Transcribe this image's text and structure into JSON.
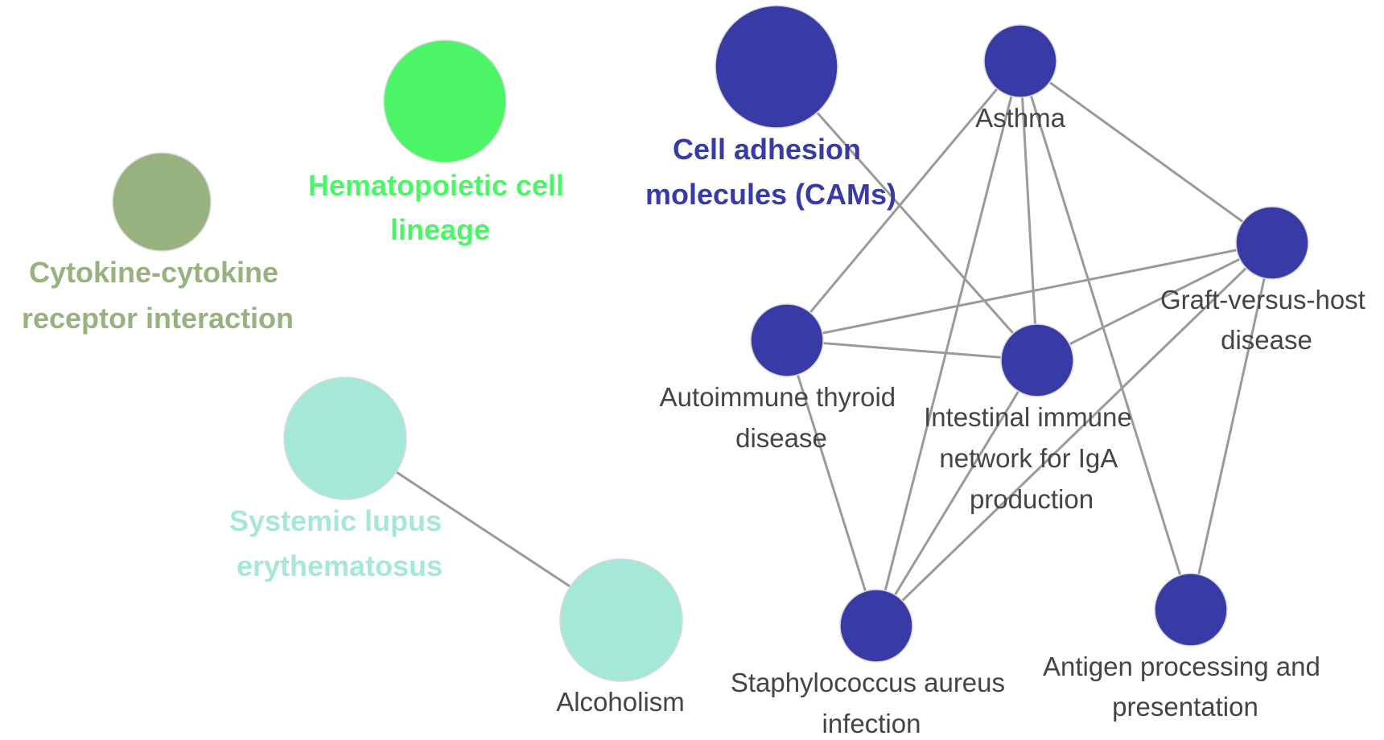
{
  "colors": {
    "background": "#ffffff",
    "edge": "#9a9a9a",
    "term_label": "#444444",
    "cytokine_group": "#97b27f",
    "hematopoietic_group": "#4cf566",
    "cam_group": "#383ba6",
    "lupus_group": "#a6e8d8"
  },
  "groups": {
    "cytokine": {
      "label_lines": [
        "Cytokine-cytokine",
        "receptor interaction"
      ],
      "color": "#97b27f"
    },
    "hematopoietic": {
      "label_lines": [
        "Hematopoietic cell",
        "lineage"
      ],
      "color": "#4cf566"
    },
    "cam": {
      "label_lines": [
        "Cell adhesion",
        "molecules (CAMs)"
      ],
      "color": "#383ba6"
    },
    "lupus": {
      "label_lines": [
        "Systemic lupus",
        "erythematosus"
      ],
      "color": "#a6e8d8"
    }
  },
  "terms": {
    "asthma": {
      "label_lines": [
        "Asthma"
      ]
    },
    "graft_versus_host": {
      "label_lines": [
        "Graft-versus-host",
        "disease"
      ]
    },
    "autoimmune_thyroid": {
      "label_lines": [
        "Autoimmune thyroid",
        "disease"
      ]
    },
    "intestinal_immune": {
      "label_lines": [
        "Intestinal immune",
        "network for IgA",
        "production"
      ]
    },
    "staphylococcus": {
      "label_lines": [
        "Staphylococcus aureus",
        "infection"
      ]
    },
    "antigen_processing": {
      "label_lines": [
        "Antigen processing and",
        "presentation"
      ]
    },
    "alcoholism": {
      "label_lines": [
        "Alcoholism"
      ]
    }
  },
  "edges": [
    [
      "cam",
      "intestinal_immune"
    ],
    [
      "asthma",
      "graft_versus_host"
    ],
    [
      "asthma",
      "autoimmune_thyroid"
    ],
    [
      "asthma",
      "intestinal_immune"
    ],
    [
      "asthma",
      "staphylococcus"
    ],
    [
      "asthma",
      "antigen_processing"
    ],
    [
      "graft_versus_host",
      "autoimmune_thyroid"
    ],
    [
      "graft_versus_host",
      "intestinal_immune"
    ],
    [
      "graft_versus_host",
      "staphylococcus"
    ],
    [
      "graft_versus_host",
      "antigen_processing"
    ],
    [
      "autoimmune_thyroid",
      "intestinal_immune"
    ],
    [
      "autoimmune_thyroid",
      "staphylococcus"
    ],
    [
      "intestinal_immune",
      "staphylococcus"
    ],
    [
      "lupus",
      "alcoholism"
    ]
  ]
}
